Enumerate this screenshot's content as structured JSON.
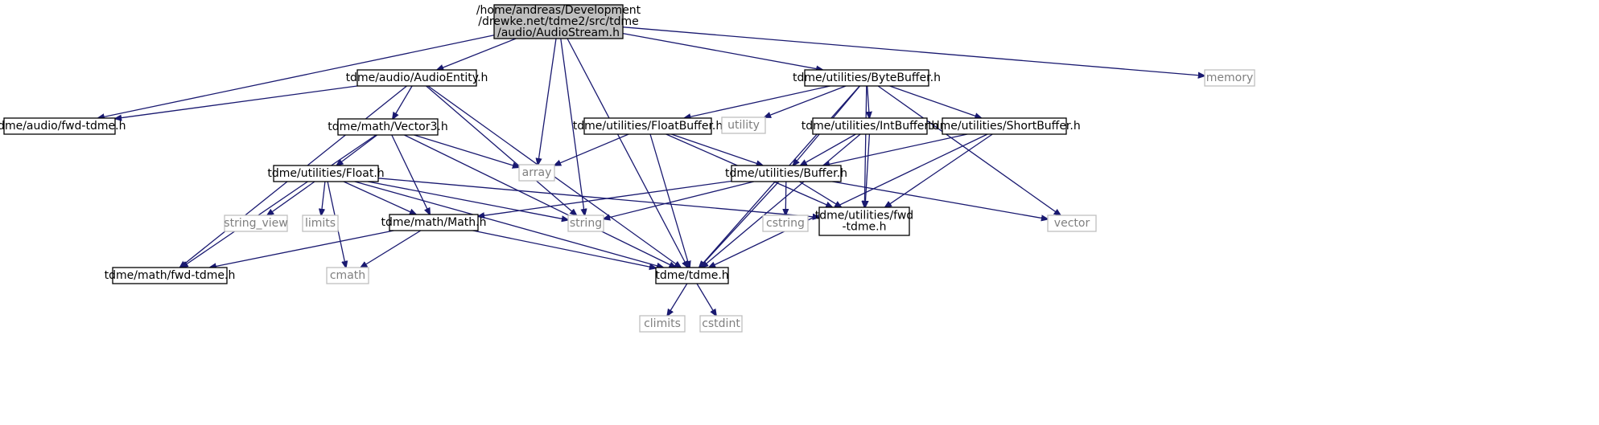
{
  "graph": {
    "nodes": [
      {
        "id": "root",
        "kind": "root",
        "lines": [
          "/home/andreas/Development",
          "/drewke.net/tdme2/src/tdme",
          "/audio/AudioStream.h"
        ]
      },
      {
        "id": "audioentity",
        "kind": "header",
        "lines": [
          "tdme/audio/AudioEntity.h"
        ]
      },
      {
        "id": "audiofwd",
        "kind": "header",
        "lines": [
          "tdme/audio/fwd-tdme.h"
        ]
      },
      {
        "id": "vector3",
        "kind": "header",
        "lines": [
          "tdme/math/Vector3.h"
        ]
      },
      {
        "id": "float",
        "kind": "header",
        "lines": [
          "tdme/utilities/Float.h"
        ]
      },
      {
        "id": "math",
        "kind": "header",
        "lines": [
          "tdme/math/Math.h"
        ]
      },
      {
        "id": "mathfwd",
        "kind": "header",
        "lines": [
          "tdme/math/fwd-tdme.h"
        ]
      },
      {
        "id": "tdme",
        "kind": "header",
        "lines": [
          "tdme/tdme.h"
        ]
      },
      {
        "id": "bytebuffer",
        "kind": "header",
        "lines": [
          "tdme/utilities/ByteBuffer.h"
        ]
      },
      {
        "id": "floatbuffer",
        "kind": "header",
        "lines": [
          "tdme/utilities/FloatBuffer.h"
        ]
      },
      {
        "id": "intbuffer",
        "kind": "header",
        "lines": [
          "tdme/utilities/IntBuffer.h"
        ]
      },
      {
        "id": "shortbuffer",
        "kind": "header",
        "lines": [
          "tdme/utilities/ShortBuffer.h"
        ]
      },
      {
        "id": "buffer",
        "kind": "header",
        "lines": [
          "tdme/utilities/Buffer.h"
        ]
      },
      {
        "id": "utilfwd",
        "kind": "header",
        "lines": [
          "tdme/utilities/fwd",
          "-tdme.h"
        ]
      },
      {
        "id": "array",
        "kind": "system",
        "lines": [
          "array"
        ]
      },
      {
        "id": "string",
        "kind": "system",
        "lines": [
          "string"
        ]
      },
      {
        "id": "memory",
        "kind": "system",
        "lines": [
          "memory"
        ]
      },
      {
        "id": "utility",
        "kind": "system",
        "lines": [
          "utility"
        ]
      },
      {
        "id": "vector",
        "kind": "system",
        "lines": [
          "vector"
        ]
      },
      {
        "id": "string_view",
        "kind": "system",
        "lines": [
          "string_view"
        ]
      },
      {
        "id": "limits",
        "kind": "system",
        "lines": [
          "limits"
        ]
      },
      {
        "id": "cmath",
        "kind": "system",
        "lines": [
          "cmath"
        ]
      },
      {
        "id": "cstring",
        "kind": "system",
        "lines": [
          "cstring"
        ]
      },
      {
        "id": "climits",
        "kind": "system",
        "lines": [
          "climits"
        ]
      },
      {
        "id": "cstdint",
        "kind": "system",
        "lines": [
          "cstdint"
        ]
      }
    ],
    "edges": [
      [
        "root",
        "audioentity"
      ],
      [
        "root",
        "audiofwd"
      ],
      [
        "root",
        "array"
      ],
      [
        "root",
        "string"
      ],
      [
        "root",
        "bytebuffer"
      ],
      [
        "root",
        "memory"
      ],
      [
        "root",
        "tdme"
      ],
      [
        "audioentity",
        "audiofwd"
      ],
      [
        "audioentity",
        "vector3"
      ],
      [
        "audioentity",
        "mathfwd"
      ],
      [
        "audioentity",
        "tdme"
      ],
      [
        "audioentity",
        "string"
      ],
      [
        "vector3",
        "float"
      ],
      [
        "vector3",
        "math"
      ],
      [
        "vector3",
        "mathfwd"
      ],
      [
        "vector3",
        "tdme"
      ],
      [
        "vector3",
        "array"
      ],
      [
        "float",
        "string_view"
      ],
      [
        "float",
        "limits"
      ],
      [
        "float",
        "math"
      ],
      [
        "float",
        "string"
      ],
      [
        "float",
        "cmath"
      ],
      [
        "float",
        "tdme"
      ],
      [
        "float",
        "utilfwd"
      ],
      [
        "math",
        "mathfwd"
      ],
      [
        "math",
        "cmath"
      ],
      [
        "math",
        "tdme"
      ],
      [
        "bytebuffer",
        "floatbuffer"
      ],
      [
        "bytebuffer",
        "utility"
      ],
      [
        "bytebuffer",
        "intbuffer"
      ],
      [
        "bytebuffer",
        "shortbuffer"
      ],
      [
        "bytebuffer",
        "buffer"
      ],
      [
        "bytebuffer",
        "utilfwd"
      ],
      [
        "bytebuffer",
        "vector"
      ],
      [
        "bytebuffer",
        "tdme"
      ],
      [
        "floatbuffer",
        "array"
      ],
      [
        "floatbuffer",
        "buffer"
      ],
      [
        "floatbuffer",
        "tdme"
      ],
      [
        "floatbuffer",
        "utilfwd"
      ],
      [
        "intbuffer",
        "buffer"
      ],
      [
        "intbuffer",
        "utilfwd"
      ],
      [
        "intbuffer",
        "tdme"
      ],
      [
        "shortbuffer",
        "buffer"
      ],
      [
        "shortbuffer",
        "utilfwd"
      ],
      [
        "shortbuffer",
        "tdme"
      ],
      [
        "buffer",
        "math"
      ],
      [
        "buffer",
        "string"
      ],
      [
        "buffer",
        "cstring"
      ],
      [
        "buffer",
        "utilfwd"
      ],
      [
        "buffer",
        "vector"
      ],
      [
        "buffer",
        "tdme"
      ],
      [
        "tdme",
        "climits"
      ],
      [
        "tdme",
        "cstdint"
      ]
    ]
  }
}
